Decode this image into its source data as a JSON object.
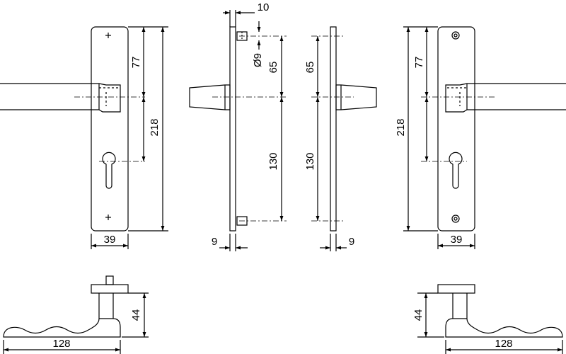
{
  "colors": {
    "stroke": "#000000",
    "background": "#ffffff"
  },
  "dimensions": {
    "front_left": {
      "spindle_to_top": "77",
      "overall_height": "218",
      "plate_width": "39"
    },
    "side_left": {
      "plate_thickness": "10",
      "screw_diameter": "Ø9",
      "screw_to_spindle": "65",
      "spindle_to_screw": "130",
      "thickness": "9"
    },
    "side_right": {
      "screw_to_spindle": "65",
      "spindle_to_screw": "130",
      "thickness": "9"
    },
    "front_right": {
      "spindle_to_top": "77",
      "overall_height": "218",
      "plate_width": "39"
    },
    "bottom_left": {
      "height": "44",
      "length": "128"
    },
    "bottom_right": {
      "height": "44",
      "length": "128"
    }
  }
}
